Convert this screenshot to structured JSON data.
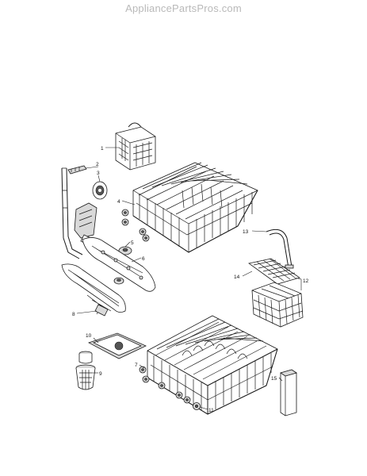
{
  "watermark": "AppliancePartsPros.com",
  "callouts": [
    {
      "id": "1",
      "label": "1"
    },
    {
      "id": "2",
      "label": "2"
    },
    {
      "id": "3",
      "label": "3"
    },
    {
      "id": "4",
      "label": "4"
    },
    {
      "id": "5",
      "label": "5"
    },
    {
      "id": "6",
      "label": "6"
    },
    {
      "id": "7",
      "label": "7"
    },
    {
      "id": "8",
      "label": "8"
    },
    {
      "id": "9",
      "label": "9"
    },
    {
      "id": "10",
      "label": "10"
    },
    {
      "id": "11",
      "label": "11"
    },
    {
      "id": "12",
      "label": "12"
    },
    {
      "id": "13",
      "label": "13"
    },
    {
      "id": "14",
      "label": "14"
    },
    {
      "id": "15",
      "label": "15"
    }
  ]
}
